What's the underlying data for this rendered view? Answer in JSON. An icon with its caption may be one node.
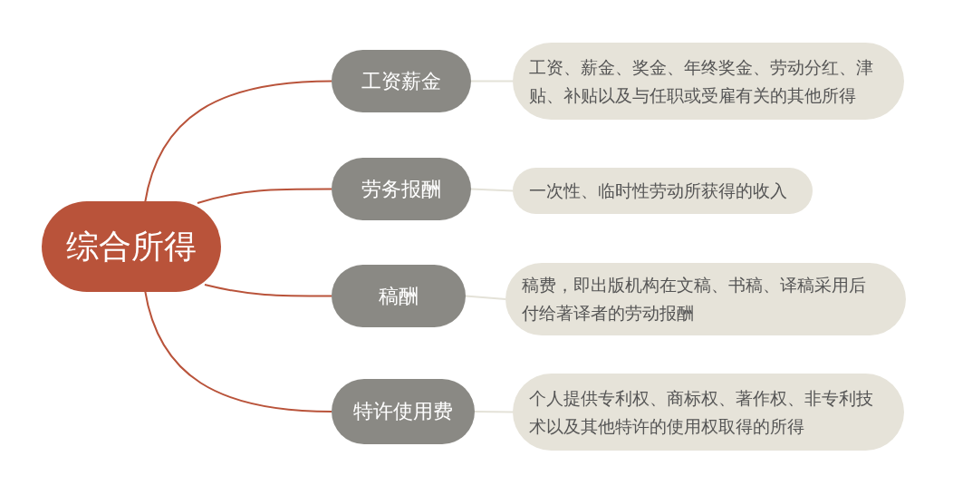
{
  "diagram": {
    "nodes": [
      {
        "text": [
          "综合所得"
        ]
      },
      {
        "text": [
          "工资薪金"
        ]
      },
      {
        "text": [
          "劳务报酬"
        ]
      },
      {
        "text": [
          "稿酬"
        ]
      },
      {
        "text": [
          "特许使用费"
        ]
      },
      {
        "text": [
          "工资、薪金、奖金、年终奖金、劳动分红、津贴、补贴以及与任职或受雇有关的其他所得"
        ]
      },
      {
        "text": [
          "一次性、临时性劳动所获得的收入"
        ]
      },
      {
        "text": [
          "稿费，即出版机构在文稿、书稿、译稿采用后付给著译者的劳动报酬"
        ]
      },
      {
        "text": [
          "个人提供专利权、商标权、著作权、非专利技术以及其他特许的使用权取得的所得"
        ]
      }
    ],
    "edges": [
      {
        "from": 0,
        "to": 1,
        "arrow": "none",
        "color": "#b9533a"
      },
      {
        "from": 0,
        "to": 2,
        "arrow": "none",
        "color": "#b9533a"
      },
      {
        "from": 0,
        "to": 3,
        "arrow": "none",
        "color": "#b9533a"
      },
      {
        "from": 0,
        "to": 4,
        "arrow": "none",
        "color": "#b9533a"
      },
      {
        "from": 1,
        "to": 5,
        "arrow": "none",
        "color": "#e4e2d8"
      },
      {
        "from": 2,
        "to": 6,
        "arrow": "none",
        "color": "#e4e2d8"
      },
      {
        "from": 3,
        "to": 7,
        "arrow": "none",
        "color": "#e4e2d8"
      },
      {
        "from": 4,
        "to": 8,
        "arrow": "none",
        "color": "#e4e2d8"
      }
    ]
  }
}
